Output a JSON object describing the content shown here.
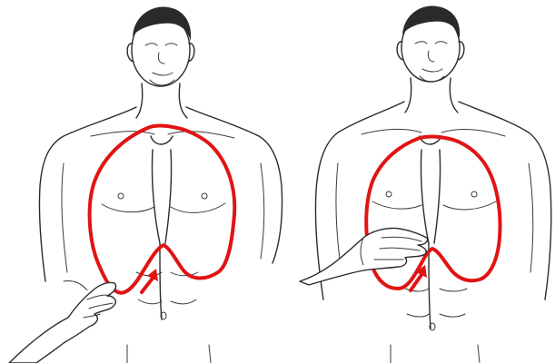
{
  "figure": {
    "panels": [
      {
        "id": "left",
        "subject": "front-view-torso",
        "hand_position": "lower-right-of-ribcage",
        "outline_color": "#e01414",
        "arrow_color": "#e01414"
      },
      {
        "id": "right",
        "subject": "front-view-torso",
        "hand_position": "over-lower-sternum",
        "outline_color": "#e01414",
        "arrow_color": "#e01414"
      }
    ],
    "colors": {
      "line_art": "#2b2b2b",
      "background": "#ffffff",
      "highlight": "#e01414"
    }
  }
}
